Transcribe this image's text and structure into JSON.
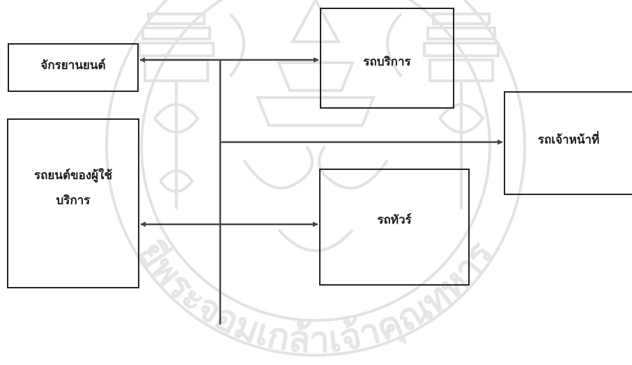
{
  "diagram": {
    "nodes": [
      {
        "id": "motorcycle",
        "label": "จักรยานยนต์"
      },
      {
        "id": "service-vehicle",
        "label": "รถบริการ"
      },
      {
        "id": "staff-vehicle",
        "label": "รถเจ้าหน้าที่"
      },
      {
        "id": "user-car",
        "label": "รถยนต์ของผู้ใช้บริการ"
      },
      {
        "id": "tour-bus",
        "label": "รถทัวร์"
      }
    ],
    "edges": [
      {
        "from": "motorcycle",
        "to": "service-vehicle",
        "direction": "both"
      },
      {
        "from": "user-car",
        "to": "tour-bus",
        "direction": "both"
      },
      {
        "from": "trunk",
        "to": "staff-vehicle",
        "direction": "forward"
      }
    ],
    "colors": {
      "line": "#444444",
      "box_border": "#222222",
      "watermark": "#e4e4e4"
    },
    "watermark": {
      "text": "ยีพระจอมเกล้าเจ้าคุณทหาร"
    }
  }
}
